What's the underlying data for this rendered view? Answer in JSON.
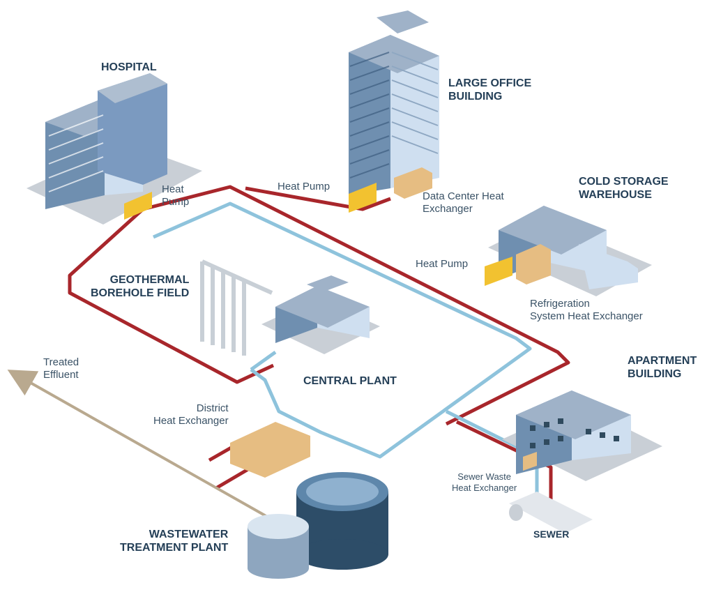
{
  "buildings": {
    "hospital": "HOSPITAL",
    "office_line1": "LARGE OFFICE",
    "office_line2": "BUILDING",
    "cold_line1": "COLD STORAGE",
    "cold_line2": "WAREHOUSE",
    "geo_line1": "GEOTHERMAL",
    "geo_line2": "BOREHOLE FIELD",
    "central": "CENTRAL PLANT",
    "apt_line1": "APARTMENT",
    "apt_line2": "BUILDING",
    "wwtp_line1": "WASTEWATER",
    "wwtp_line2": "TREATMENT PLANT",
    "sewer": "SEWER"
  },
  "components": {
    "hp_hospital_line1": "Heat",
    "hp_hospital_line2": "Pump",
    "hp_office": "Heat Pump",
    "data_center_line1": "Data Center Heat",
    "data_center_line2": "Exchanger",
    "hp_cold": "Heat Pump",
    "refrig_line1": "Refrigeration",
    "refrig_line2": "System Heat Exchanger",
    "district_line1": "District",
    "district_line2": "Heat Exchanger",
    "sewer_hx_line1": "Sewer Waste",
    "sewer_hx_line2": "Heat Exchanger",
    "effluent_line1": "Treated",
    "effluent_line2": "Effluent"
  },
  "colors": {
    "hot_pipe": "#a8262b",
    "cold_pipe": "#8ec3dc",
    "heat_pump": "#f2c230",
    "heat_exchanger": "#e6bd82",
    "building_face": "#6f8fb0",
    "building_light": "#cfdff0",
    "building_roof": "#9fb2c8",
    "ground_slab": "#c9cfd6",
    "effluent_pipe": "#b9a98f"
  }
}
